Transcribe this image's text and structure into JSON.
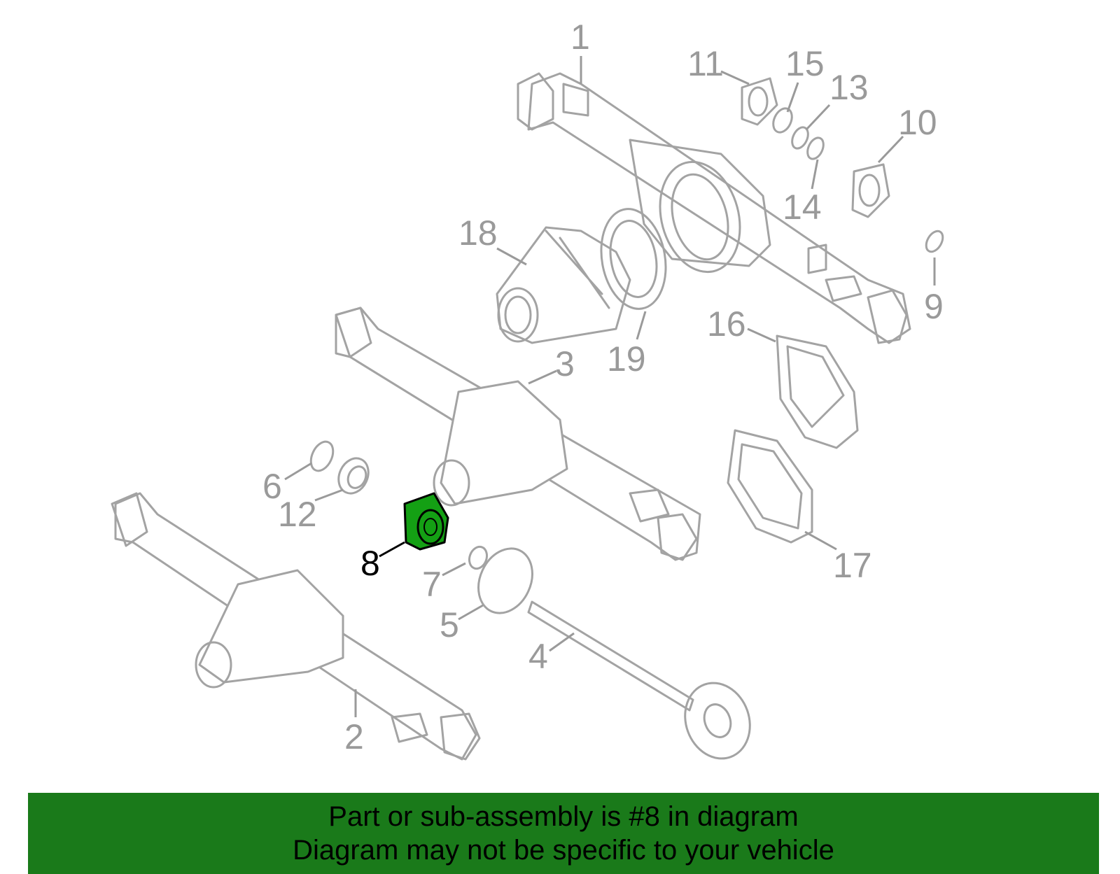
{
  "diagram": {
    "highlight_color": "#14a014",
    "line_color": "#a3a3a3",
    "label_color": "#9a9a9a",
    "callouts": [
      {
        "id": "1",
        "text": "1"
      },
      {
        "id": "2",
        "text": "2"
      },
      {
        "id": "3",
        "text": "3"
      },
      {
        "id": "4",
        "text": "4"
      },
      {
        "id": "5",
        "text": "5"
      },
      {
        "id": "6",
        "text": "6"
      },
      {
        "id": "7",
        "text": "7"
      },
      {
        "id": "8",
        "text": "8",
        "highlighted": true
      },
      {
        "id": "9",
        "text": "9"
      },
      {
        "id": "10",
        "text": "10"
      },
      {
        "id": "11",
        "text": "11"
      },
      {
        "id": "12",
        "text": "12"
      },
      {
        "id": "13",
        "text": "13"
      },
      {
        "id": "14",
        "text": "14"
      },
      {
        "id": "15",
        "text": "15"
      },
      {
        "id": "16",
        "text": "16"
      },
      {
        "id": "17",
        "text": "17"
      },
      {
        "id": "18",
        "text": "18"
      },
      {
        "id": "19",
        "text": "19"
      }
    ]
  },
  "banner": {
    "background": "#1a7a1a",
    "line1": "Part or sub-assembly is #8 in diagram",
    "line2": "Diagram may not be specific to your vehicle"
  }
}
